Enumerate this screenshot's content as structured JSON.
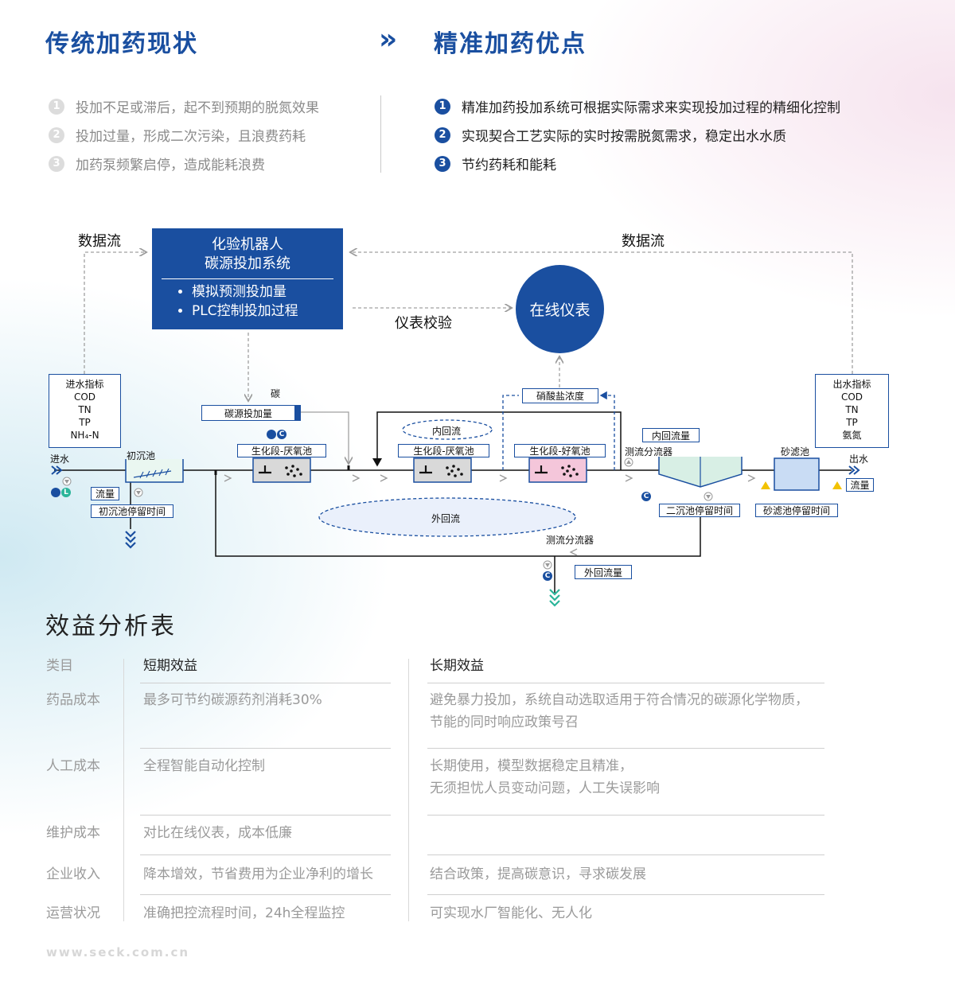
{
  "traditional": {
    "title": "传统加药现状",
    "items": [
      {
        "num": "1",
        "text": "投加不足或滞后，起不到预期的脱氮效果"
      },
      {
        "num": "2",
        "text": "投加过量，形成二次污染，且浪费药耗"
      },
      {
        "num": "3",
        "text": "加药泵频繁启停，造成能耗浪费"
      }
    ]
  },
  "precise": {
    "arrow": "»",
    "title": "精准加药优点",
    "items": [
      {
        "num": "1",
        "text": "精准加药投加系统可根据实际需求来实现投加过程的精细化控制"
      },
      {
        "num": "2",
        "text": "实现契合工艺实际的实时按需脱氮需求，稳定出水水质"
      },
      {
        "num": "3",
        "text": "节约药耗和能耗"
      }
    ]
  },
  "diagram": {
    "data_flow_left": "数据流",
    "data_flow_right": "数据流",
    "robot_title_1": "化验机器人",
    "robot_title_2": "碳源投加系统",
    "robot_bullets": [
      "模拟预测投加量",
      "PLC控制投加过程"
    ],
    "calibration": "仪表校验",
    "online_meter": "在线仪表",
    "inlet_indicators": {
      "title": "进水指标",
      "items": [
        "COD",
        "TN",
        "TP",
        "NH₄-N"
      ]
    },
    "outlet_indicators": {
      "title": "出水指标",
      "items": [
        "COD",
        "TN",
        "TP",
        "氨氮"
      ]
    },
    "carbon": "碳",
    "carbon_dose": "碳源投加量",
    "nitrate": "硝酸盐浓度",
    "inner_reflux_flow": "内回流量",
    "inner_reflux": "内回流",
    "outer_reflux": "外回流",
    "inlet": "进水",
    "outlet": "出水",
    "primary_tank": "初沉池",
    "flow_left": "流量",
    "flow_right": "流量",
    "primary_time": "初沉池停留时间",
    "anoxic_1": "生化段-厌氧池",
    "anoxic_2": "生化段-厌氧池",
    "aerobic": "生化段-好氧池",
    "splitter_1": "测流分流器",
    "splitter_2": "测流分流器",
    "secondary_time": "二沉池停留时间",
    "sand_filter": "砂滤池",
    "sand_time": "砂滤池停留时间",
    "outer_reflux_flow": "外回流量",
    "icon_c": "C",
    "icon_l": "L",
    "icon_warn": "!"
  },
  "benefit": {
    "title": "效益分析表",
    "headers": [
      "类目",
      "短期效益",
      "长期效益"
    ],
    "rows": [
      {
        "cat": "药品成本",
        "short": "最多可节约碳源药剂消耗30%",
        "long": [
          "避免暴力投加，系统自动选取适用于符合情况的碳源化学物质，",
          "节能的同时响应政策号召"
        ]
      },
      {
        "cat": "人工成本",
        "short": "全程智能自动化控制",
        "long": [
          "长期使用，模型数据稳定且精准，",
          "无须担忧人员变动问题，人工失误影响"
        ]
      },
      {
        "cat": "维护成本",
        "short": "对比在线仪表，成本低廉",
        "long": [
          "",
          ""
        ]
      },
      {
        "cat": "企业收入",
        "short": "降本增效，节省费用为企业净利的增长",
        "long": [
          "结合政策，提高碳意识，寻求碳发展",
          ""
        ]
      },
      {
        "cat": "运营状况",
        "short": "准确把控流程时间，24h全程监控",
        "long": [
          "可实现水厂智能化、无人化",
          ""
        ]
      }
    ]
  },
  "footer": "www.seck.com.cn",
  "colors": {
    "brand_blue": "#1a4fa0",
    "teal": "#2bb59a",
    "pink": "#f4c6da",
    "warn": "#f2c200"
  }
}
